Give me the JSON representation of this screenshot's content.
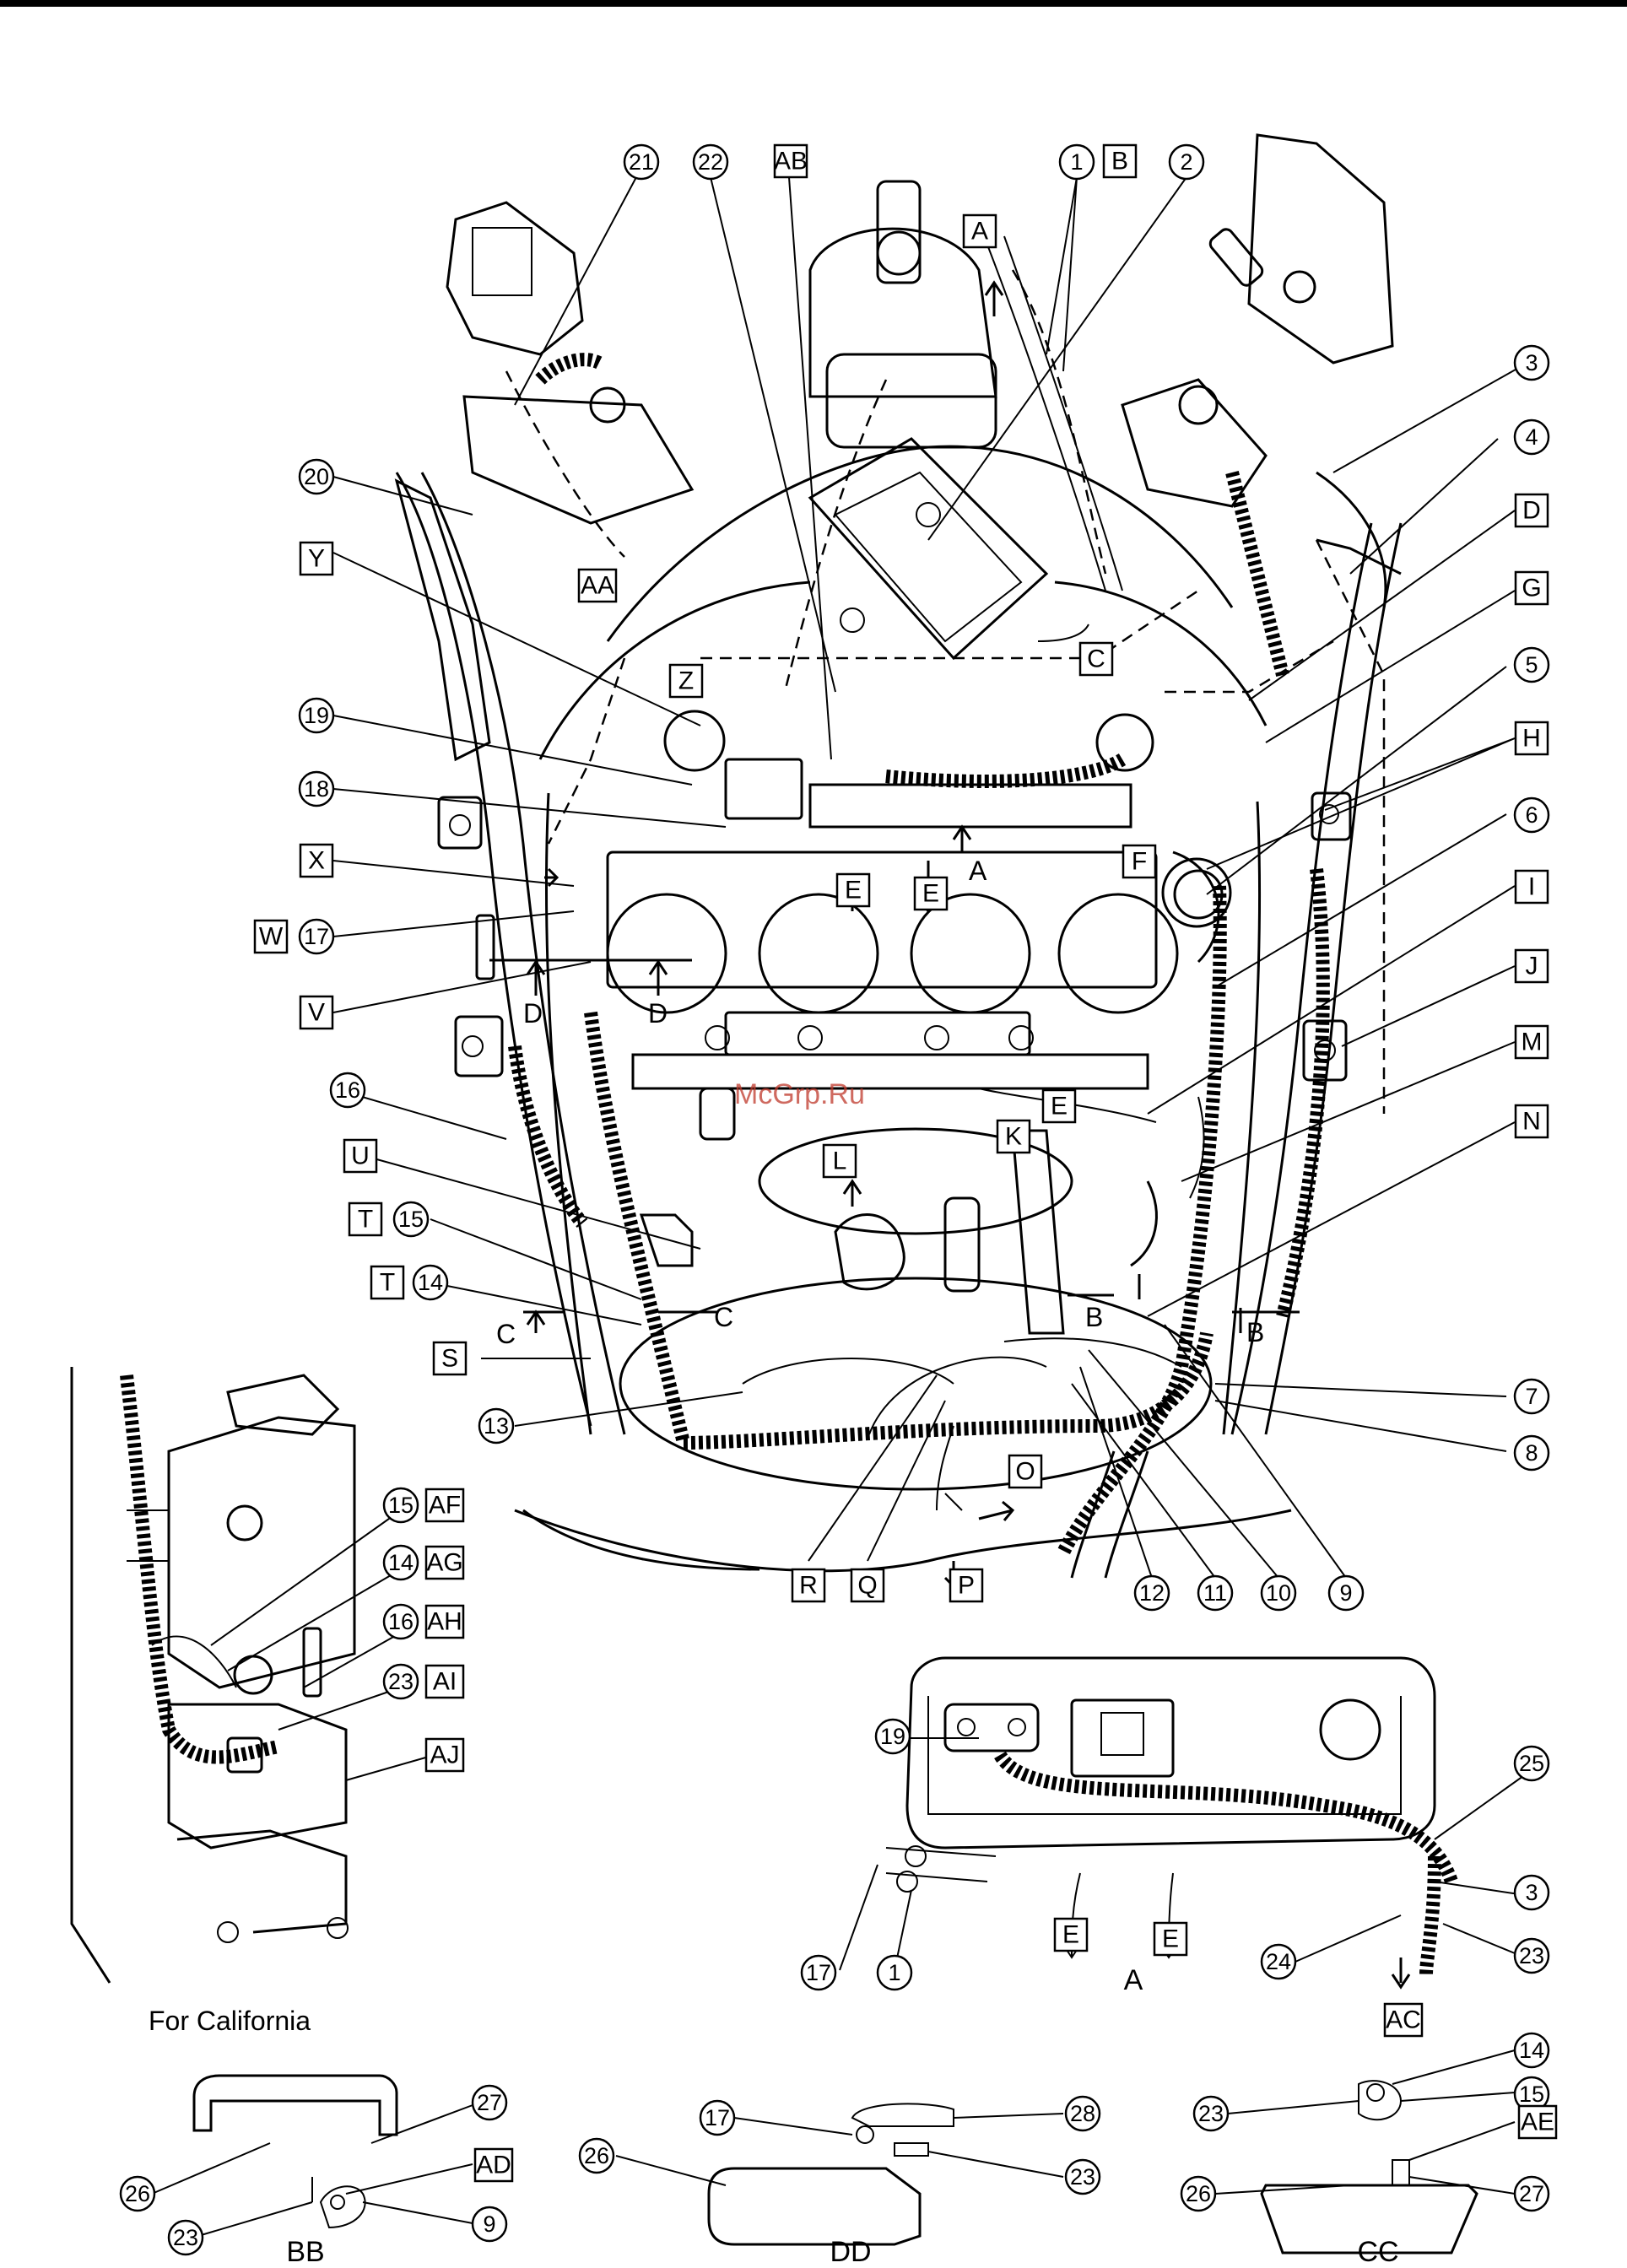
{
  "watermark": "McGrp.Ru",
  "captions": {
    "for_california": "For California",
    "inset_a": "A",
    "section_bb": "BB",
    "section_dd": "DD",
    "section_cc": "CC"
  },
  "top_callouts": [
    "21",
    "22",
    "AB",
    "1",
    "B",
    "2"
  ],
  "right_callouts": [
    "3",
    "4",
    "D",
    "G",
    "5",
    "H",
    "6",
    "I",
    "J",
    "M",
    "N",
    "7",
    "8"
  ],
  "left_callouts": [
    "20",
    "Y",
    "19",
    "18",
    "X",
    "W",
    "17",
    "V",
    "16",
    "U",
    "T",
    "15",
    "T",
    "14",
    "S",
    "13"
  ],
  "bottom_callouts": [
    "R",
    "Q",
    "P",
    "O",
    "12",
    "11",
    "10",
    "9"
  ],
  "inner_labels": [
    "A",
    "AA",
    "Z",
    "C",
    "E",
    "E",
    "A",
    "F",
    "D",
    "D",
    "E",
    "K",
    "L",
    "C",
    "B",
    "B",
    "C"
  ],
  "california_callouts": [
    "15",
    "AF",
    "14",
    "AG",
    "16",
    "AH",
    "23",
    "AI",
    "AJ"
  ],
  "inset_a_callouts": [
    "19",
    "25",
    "3",
    "17",
    "1",
    "E",
    "E",
    "24",
    "23",
    "AC"
  ],
  "section_bb_callouts": [
    "27",
    "26",
    "AD",
    "23",
    "9"
  ],
  "section_dd_callouts": [
    "17",
    "28",
    "26",
    "23"
  ],
  "section_cc_callouts": [
    "14",
    "15",
    "23",
    "AE",
    "26",
    "27"
  ]
}
